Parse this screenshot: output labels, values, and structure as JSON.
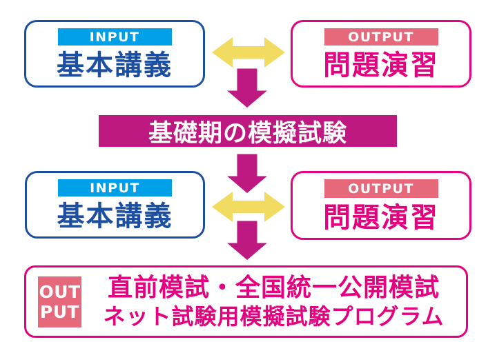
{
  "colors": {
    "cyan": "#00A0E9",
    "blue": "#1C4FA1",
    "pink": "#E4007F",
    "salmon": "#E5687B",
    "magenta": "#BE1980",
    "yellow": "#F1DB60",
    "background": "#FFFFFF"
  },
  "row1": {
    "input": {
      "tag": "INPUT",
      "title": "基本講義"
    },
    "output": {
      "tag": "OUTPUT",
      "title": "問題演習"
    }
  },
  "band": {
    "title": "基礎期の模擬試験"
  },
  "row2": {
    "input": {
      "tag": "INPUT",
      "title": "基本講義"
    },
    "output": {
      "tag": "OUTPUT",
      "title": "問題演習"
    }
  },
  "bottom": {
    "badge_line1": "OUT",
    "badge_line2": "PUT",
    "line1": "直前模試・全国統一公開模試",
    "line2": "ネット試験用模擬試験プログラム"
  }
}
